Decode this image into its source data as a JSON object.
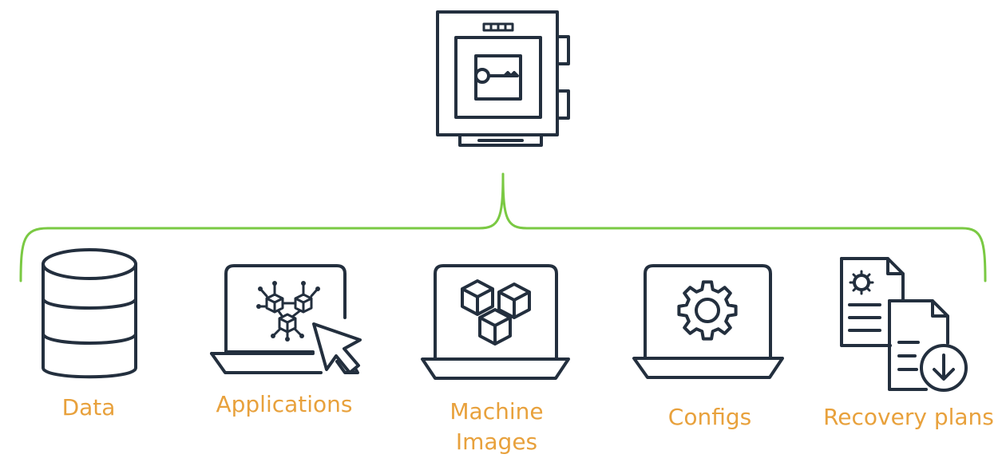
{
  "colors": {
    "icon_stroke": "#232F3E",
    "bracket": "#7AC943",
    "label": "#E8A13C",
    "background": "#FFFFFF"
  },
  "vault": {
    "icon": "vault-key-icon"
  },
  "items": [
    {
      "icon": "database-icon",
      "label": "Data"
    },
    {
      "icon": "laptop-applications-icon",
      "label": "Applications"
    },
    {
      "icon": "laptop-machine-images-icon",
      "label_line1": "Machine",
      "label_line2": "Images"
    },
    {
      "icon": "laptop-configs-icon",
      "label": "Configs"
    },
    {
      "icon": "recovery-plans-documents-icon",
      "label": "Recovery plans"
    }
  ]
}
